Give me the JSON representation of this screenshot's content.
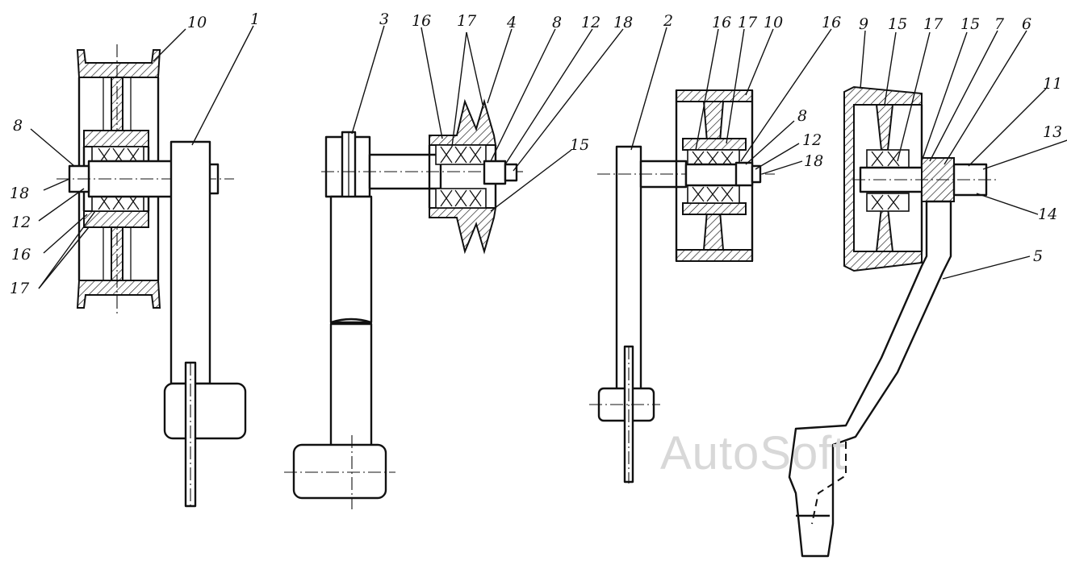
{
  "figure": {
    "watermark": "AutoSoft",
    "callouts": {
      "a": {
        "n10": "10",
        "n1": "1",
        "n8": "8",
        "n18": "18",
        "n12": "12",
        "n16": "16",
        "n17": "17"
      },
      "b": {
        "n3": "3",
        "n16": "16",
        "n17": "17",
        "n4": "4",
        "n8": "8",
        "n12": "12",
        "n18": "18",
        "n15": "15"
      },
      "c": {
        "n2": "2",
        "n16": "16",
        "n17": "17",
        "n10": "10",
        "n16b": "16",
        "n8": "8",
        "n12": "12",
        "n18": "18"
      },
      "d": {
        "n9": "9",
        "n15": "15",
        "n17": "17",
        "n15b": "15",
        "n7": "7",
        "n6": "6",
        "n11": "11",
        "n13": "13",
        "n14": "14",
        "n5": "5"
      }
    }
  }
}
